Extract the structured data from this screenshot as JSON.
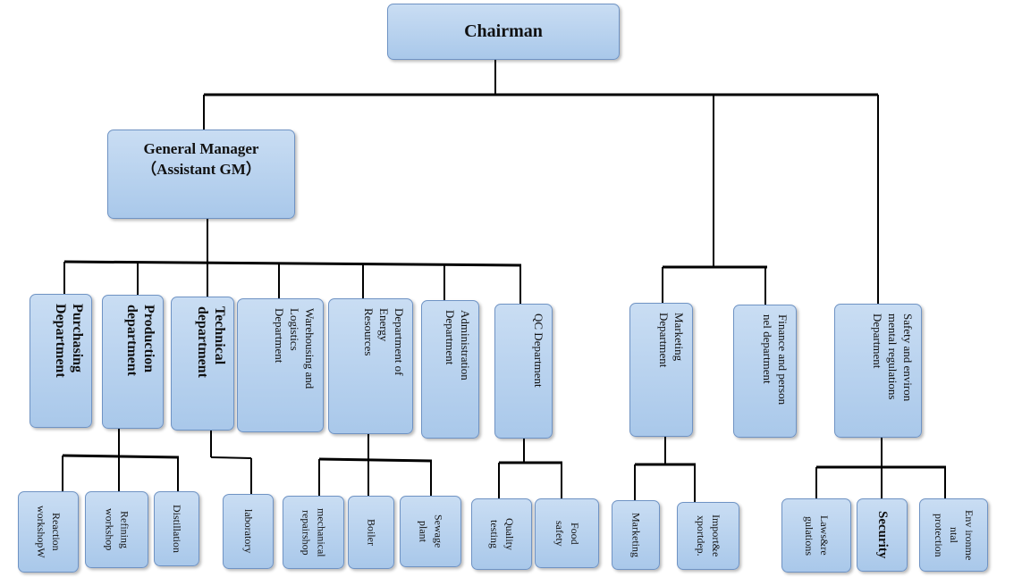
{
  "chairman": "Chairman",
  "general_manager": {
    "title": "General Manager",
    "subtitle": "（Assistant GM）"
  },
  "departments": {
    "purchasing": "Purchasing\nDepartment",
    "production": "Production\ndepartment",
    "technical": "Technical\ndepartment",
    "warehousing": "Warehousing     and\nLogistics\nDepartment",
    "energy": "Department of\nEnergy\nResources",
    "administration": "Administration\nDepartment",
    "qc": "QC Department",
    "marketing": "Marketing\nDepartment",
    "finance": "Finance and person\nnel department",
    "safety": "Safety and environ\nmental regulations\nDepartment"
  },
  "units": {
    "reaction": "Reaction\nworkshopW",
    "refining": "Refining\nworkshop",
    "distillation": "Distillation",
    "laboratory": "laboratory",
    "mechanical": "mechanical\nrepairshop",
    "boiler": "Boiler",
    "sewage": "Sewage\nplant",
    "quality": "Quality\ntesting",
    "food": "Food\nsafety",
    "marketing_unit": "Marketing",
    "import": "Import&e\nxportdep.",
    "laws": "Laws&re\ngulations",
    "security": "Security",
    "environmental": "Env ironme\nntal\nprotection"
  }
}
